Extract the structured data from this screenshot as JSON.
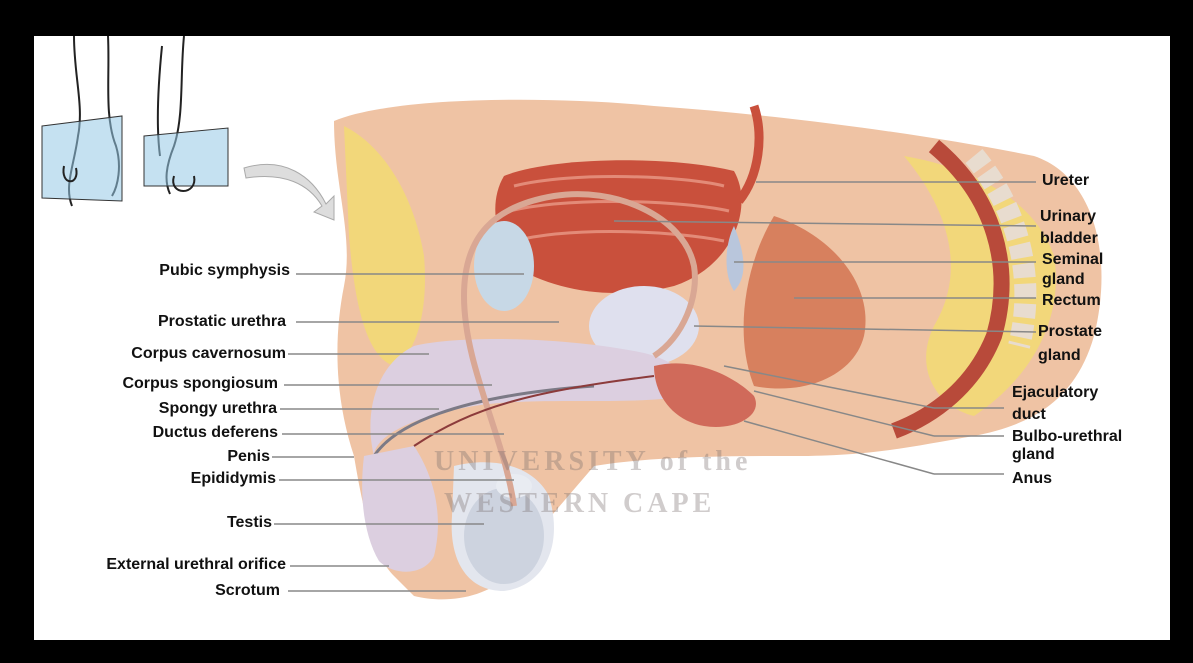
{
  "labels_left": [
    {
      "key": "pubic_symphysis",
      "text": "Pubic symphysis"
    },
    {
      "key": "prostatic_urethra",
      "text": "Prostatic urethra"
    },
    {
      "key": "corpus_cavernosum",
      "text": "Corpus cavernosum"
    },
    {
      "key": "corpus_spongiosum",
      "text": "Corpus spongiosum"
    },
    {
      "key": "spongy_urethra",
      "text": "Spongy urethra"
    },
    {
      "key": "ductus_deferens",
      "text": "Ductus deferens"
    },
    {
      "key": "penis",
      "text": "Penis"
    },
    {
      "key": "epididymis",
      "text": "Epididymis"
    },
    {
      "key": "testis",
      "text": "Testis"
    },
    {
      "key": "external_urethral_orifice",
      "text": "External urethral orifice"
    },
    {
      "key": "scrotum",
      "text": "Scrotum"
    }
  ],
  "labels_right": [
    {
      "key": "ureter",
      "line1": "Ureter",
      "line2": ""
    },
    {
      "key": "urinary_bladder",
      "line1": "Urinary",
      "line2": "bladder"
    },
    {
      "key": "seminal_gland",
      "line1": "Seminal",
      "line2": "gland"
    },
    {
      "key": "rectum",
      "line1": "Rectum",
      "line2": ""
    },
    {
      "key": "prostate_gland",
      "line1": "Prostate",
      "line2": "gland"
    },
    {
      "key": "ejaculatory_duct",
      "line1": "Ejaculatory",
      "line2": "duct"
    },
    {
      "key": "bulbo_urethral_gland",
      "line1": "Bulbo-urethral",
      "line2": "gland"
    },
    {
      "key": "anus",
      "line1": "Anus",
      "line2": ""
    }
  ],
  "watermark": {
    "line1": "UNIVERSITY of the",
    "line2": "WESTERN CAPE"
  },
  "colors": {
    "frame": "#000000",
    "background": "#ffffff",
    "tissue": "#e8b48f",
    "fat": "#f2d77a",
    "muscle": "#c84a3a",
    "erectile": "#d8cde0",
    "testis": "#d9dde6"
  }
}
